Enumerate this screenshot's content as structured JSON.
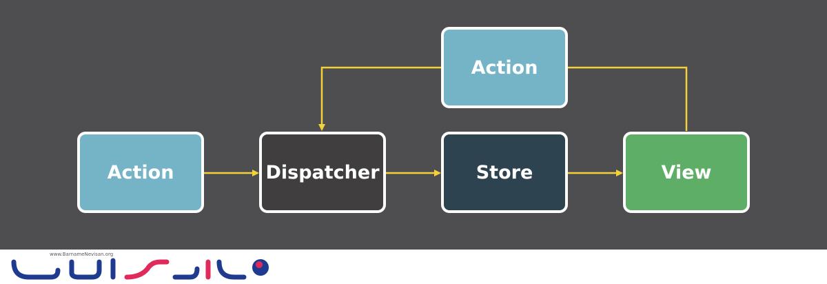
{
  "diagram": {
    "nodes": [
      {
        "id": "action-main",
        "label": "Action",
        "color": "#75b3c7"
      },
      {
        "id": "dispatcher",
        "label": "Dispatcher",
        "color": "#403e3f"
      },
      {
        "id": "store",
        "label": "Store",
        "color": "#2d4450"
      },
      {
        "id": "view",
        "label": "View",
        "color": "#5fae68"
      },
      {
        "id": "action-top",
        "label": "Action",
        "color": "#75b3c7"
      }
    ],
    "edges": [
      {
        "from": "action-main",
        "to": "dispatcher"
      },
      {
        "from": "dispatcher",
        "to": "store"
      },
      {
        "from": "store",
        "to": "view"
      },
      {
        "from": "view",
        "to": "action-top"
      },
      {
        "from": "action-top",
        "to": "dispatcher"
      }
    ],
    "arrow_color": "#f2d13a",
    "background": "#4e4e50"
  },
  "footer": {
    "logo_url": "www.BarnameNevisan.org",
    "logo_colors": {
      "primary": "#1f3b8f",
      "accent": "#e02a5b"
    }
  }
}
